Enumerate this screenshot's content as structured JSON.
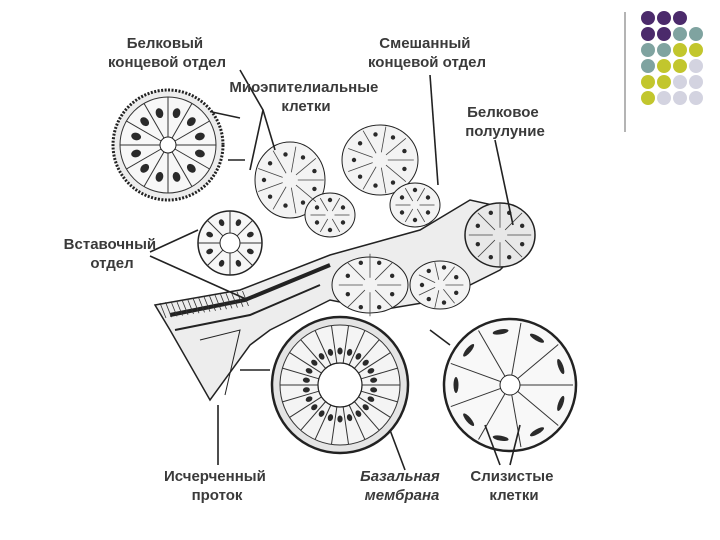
{
  "labels": {
    "serous_end": [
      "Белковый",
      "концевой отдел"
    ],
    "mixed_end": [
      "Смешанный",
      "концевой отдел"
    ],
    "myoepithelial": [
      "Миоэпителиальные",
      "клетки"
    ],
    "serous_demilune": [
      "Белковое",
      "полулуние"
    ],
    "intercalated": [
      "Вставочный",
      "отдел"
    ],
    "striated_duct": [
      "Исчерченный",
      "проток"
    ],
    "basal_membrane": [
      "Базальная",
      "мембрана"
    ],
    "mucous_cells": [
      "Слизистые",
      "клетки"
    ]
  },
  "colors": {
    "label_text": "#3a3a3a",
    "ink": "#222222",
    "deco_purple": "#4b2a6b",
    "deco_teal": "#7fa3a0",
    "deco_olive": "#c2c62d",
    "deco_light": "#d3d3e0"
  }
}
